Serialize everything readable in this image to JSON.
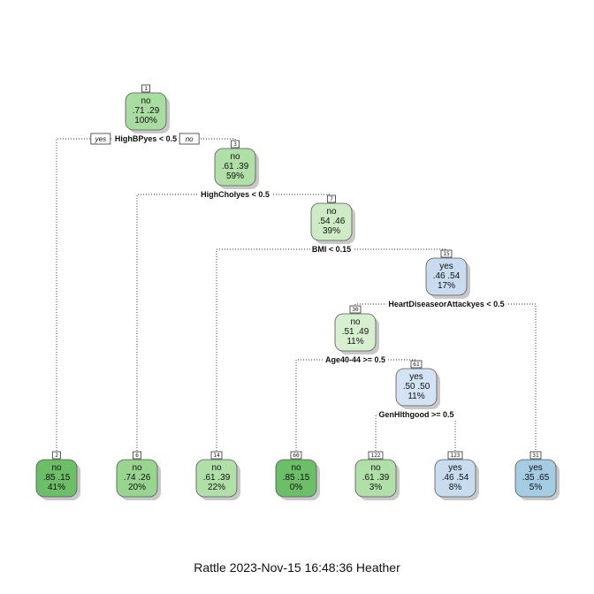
{
  "tree": {
    "nodes": [
      {
        "id": "1",
        "class": "no",
        "probs": ".71  .29",
        "pct": "100%",
        "color": "#a8dca0"
      },
      {
        "id": "3",
        "class": "no",
        "probs": ".61  .39",
        "pct": "59%",
        "color": "#b0e0a8"
      },
      {
        "id": "7",
        "class": "no",
        "probs": ".54  .46",
        "pct": "39%",
        "color": "#cdebc5"
      },
      {
        "id": "15",
        "class": "yes",
        "probs": ".46  .54",
        "pct": "17%",
        "color": "#c9dcef"
      },
      {
        "id": "30",
        "class": "no",
        "probs": ".51  .49",
        "pct": "11%",
        "color": "#d6efcf"
      },
      {
        "id": "61",
        "class": "yes",
        "probs": ".50  .50",
        "pct": "11%",
        "color": "#d3e3f3"
      },
      {
        "id": "2",
        "class": "no",
        "probs": ".85  .15",
        "pct": "41%",
        "color": "#6cbf67"
      },
      {
        "id": "6",
        "class": "no",
        "probs": ".74  .26",
        "pct": "20%",
        "color": "#98d58f"
      },
      {
        "id": "14",
        "class": "no",
        "probs": ".61  .39",
        "pct": "22%",
        "color": "#b0e0a8"
      },
      {
        "id": "60",
        "class": "no",
        "probs": ".85  .15",
        "pct": "0%",
        "color": "#6cbf67"
      },
      {
        "id": "122",
        "class": "no",
        "probs": ".61  .39",
        "pct": "3%",
        "color": "#b0e0a8"
      },
      {
        "id": "123",
        "class": "yes",
        "probs": ".46  .54",
        "pct": "8%",
        "color": "#c9dcef"
      },
      {
        "id": "31",
        "class": "yes",
        "probs": ".35  .65",
        "pct": "5%",
        "color": "#a4cce3"
      }
    ],
    "splits": [
      {
        "node": "1",
        "label": "HighBPyes < 0.5"
      },
      {
        "node": "3",
        "label": "HighCholyes < 0.5"
      },
      {
        "node": "7",
        "label": "BMI < 0.15"
      },
      {
        "node": "15",
        "label": "HeartDiseaseorAttackyes < 0.5"
      },
      {
        "node": "30",
        "label": "Age40-44 >= 0.5"
      },
      {
        "node": "61",
        "label": "GenHlthgood >= 0.5"
      }
    ],
    "root_yes_label": "yes",
    "root_no_label": "no"
  },
  "footer": "Rattle 2023-Nov-15 16:48:36 Heather"
}
